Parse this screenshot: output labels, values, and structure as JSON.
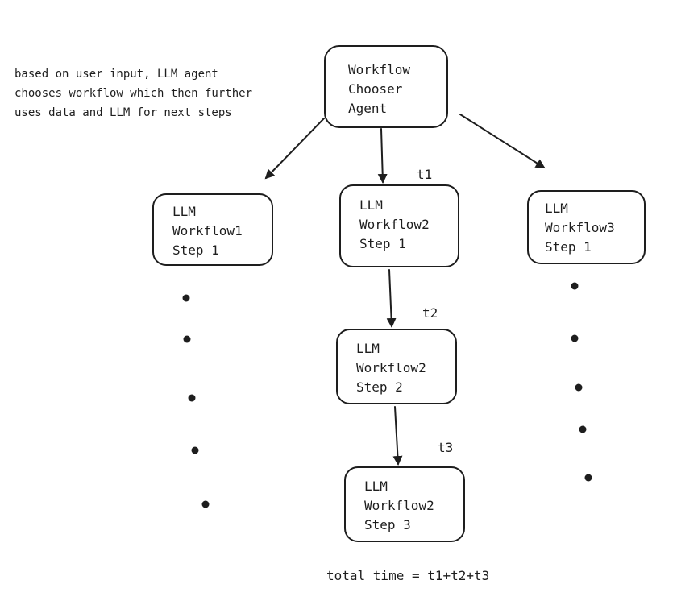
{
  "note": {
    "lines": [
      "based on user input, LLM agent",
      "chooses workflow which then further",
      "uses data and LLM for next steps"
    ]
  },
  "nodes": {
    "chooser": [
      "Workflow",
      "Chooser",
      "Agent"
    ],
    "wf1_step1": [
      "LLM",
      "Workflow1",
      "Step 1"
    ],
    "wf2_step1": [
      "LLM",
      "Workflow2",
      "Step 1"
    ],
    "wf3_step1": [
      "LLM",
      "Workflow3",
      "Step 1"
    ],
    "wf2_step2": [
      "LLM",
      "Workflow2",
      "Step 2"
    ],
    "wf2_step3": [
      "LLM",
      "Workflow2",
      "Step 3"
    ]
  },
  "timings": {
    "t1": "t1",
    "t2": "t2",
    "t3": "t3"
  },
  "total": "total time = t1+t2+t3"
}
